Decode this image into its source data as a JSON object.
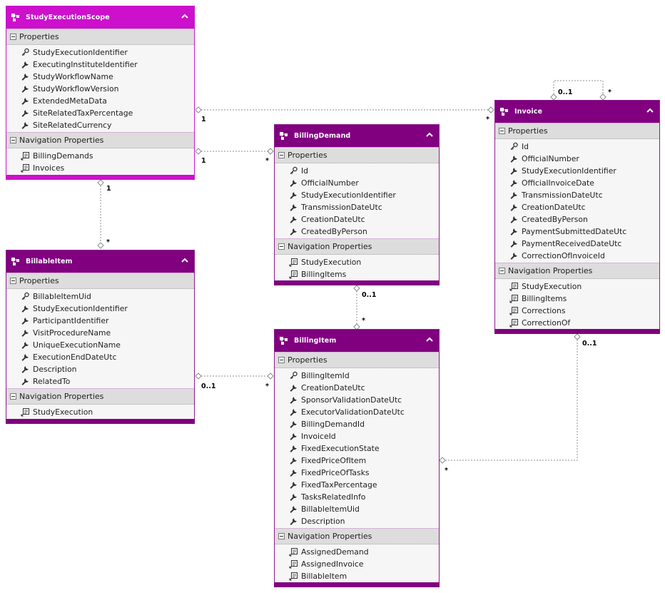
{
  "entities": {
    "study_execution_scope": {
      "title": "StudyExecutionScope",
      "properties_label": "Properties",
      "properties": [
        {
          "name": "StudyExecutionIdentifier",
          "kind": "key"
        },
        {
          "name": "ExecutingInstituteIdentifier",
          "kind": "prop"
        },
        {
          "name": "StudyWorkflowName",
          "kind": "prop"
        },
        {
          "name": "StudyWorkflowVersion",
          "kind": "prop"
        },
        {
          "name": "ExtendedMetaData",
          "kind": "prop"
        },
        {
          "name": "SiteRelatedTaxPercentage",
          "kind": "prop"
        },
        {
          "name": "SiteRelatedCurrency",
          "kind": "prop"
        }
      ],
      "nav_label": "Navigation Properties",
      "nav": [
        {
          "name": "BillingDemands",
          "kind": "nav"
        },
        {
          "name": "Invoices",
          "kind": "nav"
        }
      ]
    },
    "billing_demand": {
      "title": "BillingDemand",
      "properties_label": "Properties",
      "properties": [
        {
          "name": "Id",
          "kind": "key"
        },
        {
          "name": "OfficialNumber",
          "kind": "prop"
        },
        {
          "name": "StudyExecutionIdentifier",
          "kind": "prop"
        },
        {
          "name": "TransmissionDateUtc",
          "kind": "prop"
        },
        {
          "name": "CreationDateUtc",
          "kind": "prop"
        },
        {
          "name": "CreatedByPerson",
          "kind": "prop"
        }
      ],
      "nav_label": "Navigation Properties",
      "nav": [
        {
          "name": "StudyExecution",
          "kind": "nav"
        },
        {
          "name": "BillingItems",
          "kind": "nav"
        }
      ]
    },
    "invoice": {
      "title": "Invoice",
      "properties_label": "Properties",
      "properties": [
        {
          "name": "Id",
          "kind": "key"
        },
        {
          "name": "OfficialNumber",
          "kind": "prop"
        },
        {
          "name": "StudyExecutionIdentifier",
          "kind": "prop"
        },
        {
          "name": "OfficialInvoiceDate",
          "kind": "prop"
        },
        {
          "name": "TransmissionDateUtc",
          "kind": "prop"
        },
        {
          "name": "CreationDateUtc",
          "kind": "prop"
        },
        {
          "name": "CreatedByPerson",
          "kind": "prop"
        },
        {
          "name": "PaymentSubmittedDateUtc",
          "kind": "prop"
        },
        {
          "name": "PaymentReceivedDateUtc",
          "kind": "prop"
        },
        {
          "name": "CorrectionOfInvoiceId",
          "kind": "prop"
        }
      ],
      "nav_label": "Navigation Properties",
      "nav": [
        {
          "name": "StudyExecution",
          "kind": "nav"
        },
        {
          "name": "BillingItems",
          "kind": "nav"
        },
        {
          "name": "Corrections",
          "kind": "nav"
        },
        {
          "name": "CorrectionOf",
          "kind": "nav"
        }
      ]
    },
    "billable_item": {
      "title": "BillableItem",
      "properties_label": "Properties",
      "properties": [
        {
          "name": "BillableItemUid",
          "kind": "key"
        },
        {
          "name": "StudyExecutionIdentifier",
          "kind": "prop"
        },
        {
          "name": "ParticipantIdentifier",
          "kind": "prop"
        },
        {
          "name": "VisitProcedureName",
          "kind": "prop"
        },
        {
          "name": "UniqueExecutionName",
          "kind": "prop"
        },
        {
          "name": "ExecutionEndDateUtc",
          "kind": "prop"
        },
        {
          "name": "Description",
          "kind": "prop"
        },
        {
          "name": "RelatedTo",
          "kind": "prop"
        }
      ],
      "nav_label": "Navigation Properties",
      "nav": [
        {
          "name": "StudyExecution",
          "kind": "nav"
        }
      ]
    },
    "billing_item": {
      "title": "BillingItem",
      "properties_label": "Properties",
      "properties": [
        {
          "name": "BillingItemId",
          "kind": "key"
        },
        {
          "name": "CreationDateUtc",
          "kind": "prop"
        },
        {
          "name": "SponsorValidationDateUtc",
          "kind": "prop"
        },
        {
          "name": "ExecutorValidationDateUtc",
          "kind": "prop"
        },
        {
          "name": "BillingDemandId",
          "kind": "prop"
        },
        {
          "name": "InvoiceId",
          "kind": "prop"
        },
        {
          "name": "FixedExecutionState",
          "kind": "prop"
        },
        {
          "name": "FixedPriceOfItem",
          "kind": "prop"
        },
        {
          "name": "FixedPriceOfTasks",
          "kind": "prop"
        },
        {
          "name": "FixedTaxPercentage",
          "kind": "prop"
        },
        {
          "name": "TasksRelatedInfo",
          "kind": "prop"
        },
        {
          "name": "BillableItemUid",
          "kind": "prop"
        },
        {
          "name": "Description",
          "kind": "prop"
        }
      ],
      "nav_label": "Navigation Properties",
      "nav": [
        {
          "name": "AssignedDemand",
          "kind": "nav"
        },
        {
          "name": "AssignedInvoice",
          "kind": "nav"
        },
        {
          "name": "BillableItem",
          "kind": "nav"
        }
      ]
    }
  },
  "multiplicities": {
    "scope_invoice_src": "1",
    "scope_invoice_dst": "*",
    "scope_demand_src": "1",
    "scope_demand_dst": "*",
    "scope_billable_src": "1",
    "scope_billable_dst": "*",
    "invoice_self_a": "0..1",
    "invoice_self_b": "*",
    "demand_item_src": "0..1",
    "demand_item_dst": "*",
    "billable_item_src": "0..1",
    "billable_item_dst": "*",
    "invoice_item_src": "0..1",
    "invoice_item_dst": "*"
  },
  "colors": {
    "entity_header": "#800080",
    "selected_entity_header": "#cc10cc",
    "section_header": "#dddddd",
    "body": "#f6f6f6"
  }
}
